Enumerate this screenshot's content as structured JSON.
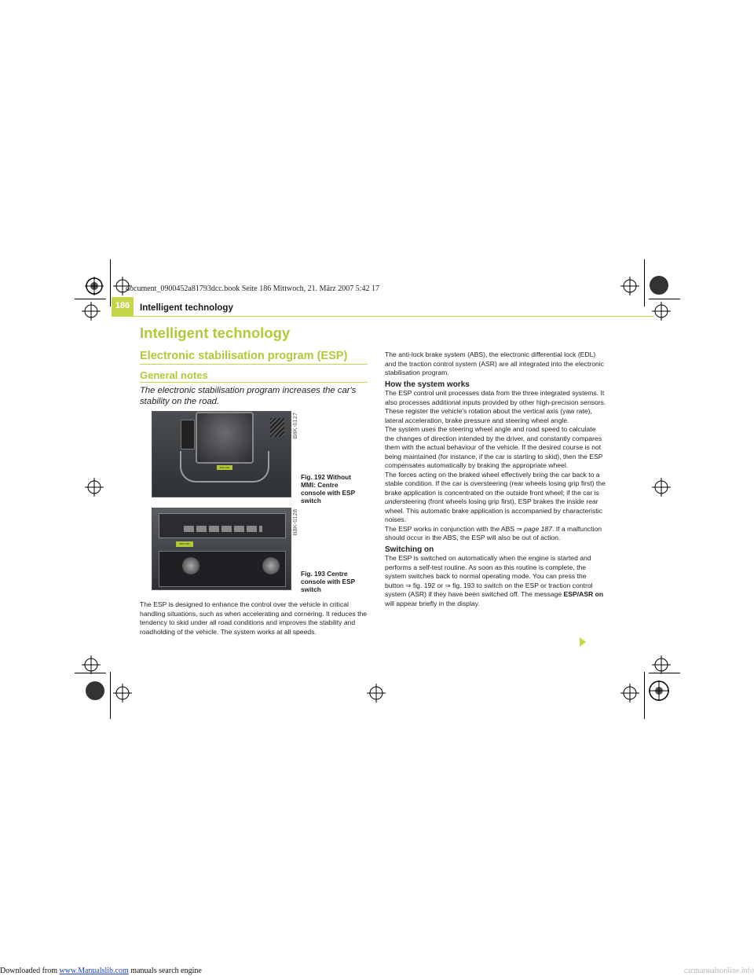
{
  "file_header": "document_0900452a81793dcc.book  Seite 186  Mittwoch, 21. März 2007  5:42 17",
  "page_number": "186",
  "running_head": "Intelligent technology",
  "heading_1": "Intelligent technology",
  "heading_2": "Electronic stabilisation program (ESP)",
  "heading_3": "General notes",
  "intro": "The electronic stabilisation program increases the car's stability on the road.",
  "figures": [
    {
      "code": "B8K-0127",
      "caption": "Fig. 192  Without MMI: Centre console with ESP switch",
      "button_label": "ESP OFF"
    },
    {
      "code": "B8K-0128",
      "caption": "Fig. 193  Centre console with ESP switch",
      "button_label": "ESP OFF"
    }
  ],
  "left_paragraph": "The ESP is designed to enhance the control over the vehicle in critical handling situations, such as when accelerating and cornering. It reduces the tendency to skid under all road conditions and improves the stability and roadholding of the vehicle. The system works at all speeds.",
  "right": {
    "p1": "The anti-lock brake system (ABS), the electronic differential lock (EDL) and the traction control system (ASR) are all integrated into the electronic stabilisation program.",
    "sub1": "How the system works",
    "p2": "The ESP control unit processes data from the three integrated systems. It also processes additional inputs provided by other high-precision sensors. These register the vehicle's rotation about the vertical axis (yaw rate), lateral acceleration, brake pressure and steering wheel angle.",
    "p3": "The system uses the steering wheel angle and road speed to calculate the changes of direction intended by the driver, and constantly compares them with the actual behaviour of the vehicle. If the desired course is not being maintained (for instance, if the car is starting to skid), then the ESP compensates automatically by braking the appropriate wheel.",
    "p4a": "The forces acting on the braked wheel effectively bring the car back to a stable condition. If the car is ",
    "p4_over": "over",
    "p4b": "steering (rear wheels losing grip first) the brake application is concentrated on the outside front wheel; if the car is ",
    "p4_under": "under",
    "p4c": "steering (front wheels losing grip first), ESP brakes the inside rear wheel. This automatic brake application is accompanied by characteristic noises.",
    "p5a": "The ESP works in conjunction with the ABS ",
    "p5_ref": "⇒ page 187",
    "p5b": ". If a malfunction should occur in the ABS, the ESP will also be out of action.",
    "sub2": "Switching on",
    "p6a": "The ESP is switched on automatically when the engine is started and performs a self-test routine. As soon as this routine is complete, the system switches back to normal operating mode. You can press the button ⇒ fig. 192 or ⇒ fig. 193 to switch on the ESP or traction control system (ASR) if they have been switched off. The message ",
    "p6_msg": "ESP/ASR on",
    "p6b": " will appear briefly in the display."
  },
  "footer": {
    "prefix": "Downloaded from ",
    "link": "www.Manualslib.com",
    "suffix": "  manuals search engine",
    "site": "carmanualsonline.info"
  }
}
